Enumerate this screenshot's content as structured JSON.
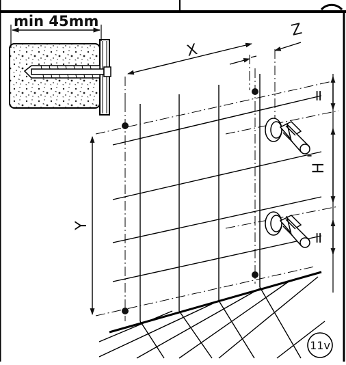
{
  "callout": {
    "label": "min  45mm"
  },
  "dimensions": {
    "x": "X",
    "y": "Y",
    "z": "Z",
    "h": "H",
    "h_prime": "'",
    "equal": "="
  },
  "badge": {
    "label": "11v"
  }
}
